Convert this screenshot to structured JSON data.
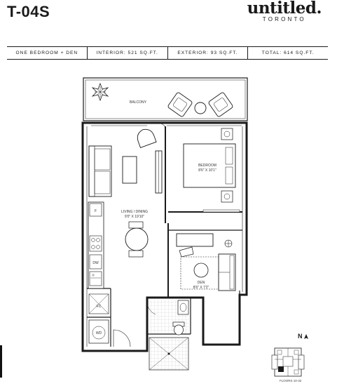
{
  "unit": {
    "title": "T-04S"
  },
  "brand": {
    "name": "untitled.",
    "city": "TORONTO"
  },
  "info_bar": {
    "type": "ONE BEDROOM + DEN",
    "interior": "INTERIOR: 521 SQ.FT.",
    "exterior": "EXTERIOR: 93 SQ.FT.",
    "total": "TOTAL: 614 SQ.FT."
  },
  "rooms": {
    "balcony": "BALCONY",
    "bedroom_name": "BEDROOM",
    "bedroom_size": "8'6\" X 10'1\"",
    "living_name": "LIVING / DINING",
    "living_size": "9'0\" X 19'10\"",
    "den_name": "DEN",
    "den_size": "8'6\" X 7'2\""
  },
  "fixtures": {
    "fridge": "F",
    "dishwasher": "DW",
    "front_closet": "FC",
    "washer_dryer": "WD"
  },
  "key_plan": {
    "north_label": "N",
    "floors_label": "FLOORS 10-32"
  },
  "colors": {
    "ink": "#1a1a1a",
    "hatch": "#9a9a9a",
    "background": "#ffffff"
  }
}
